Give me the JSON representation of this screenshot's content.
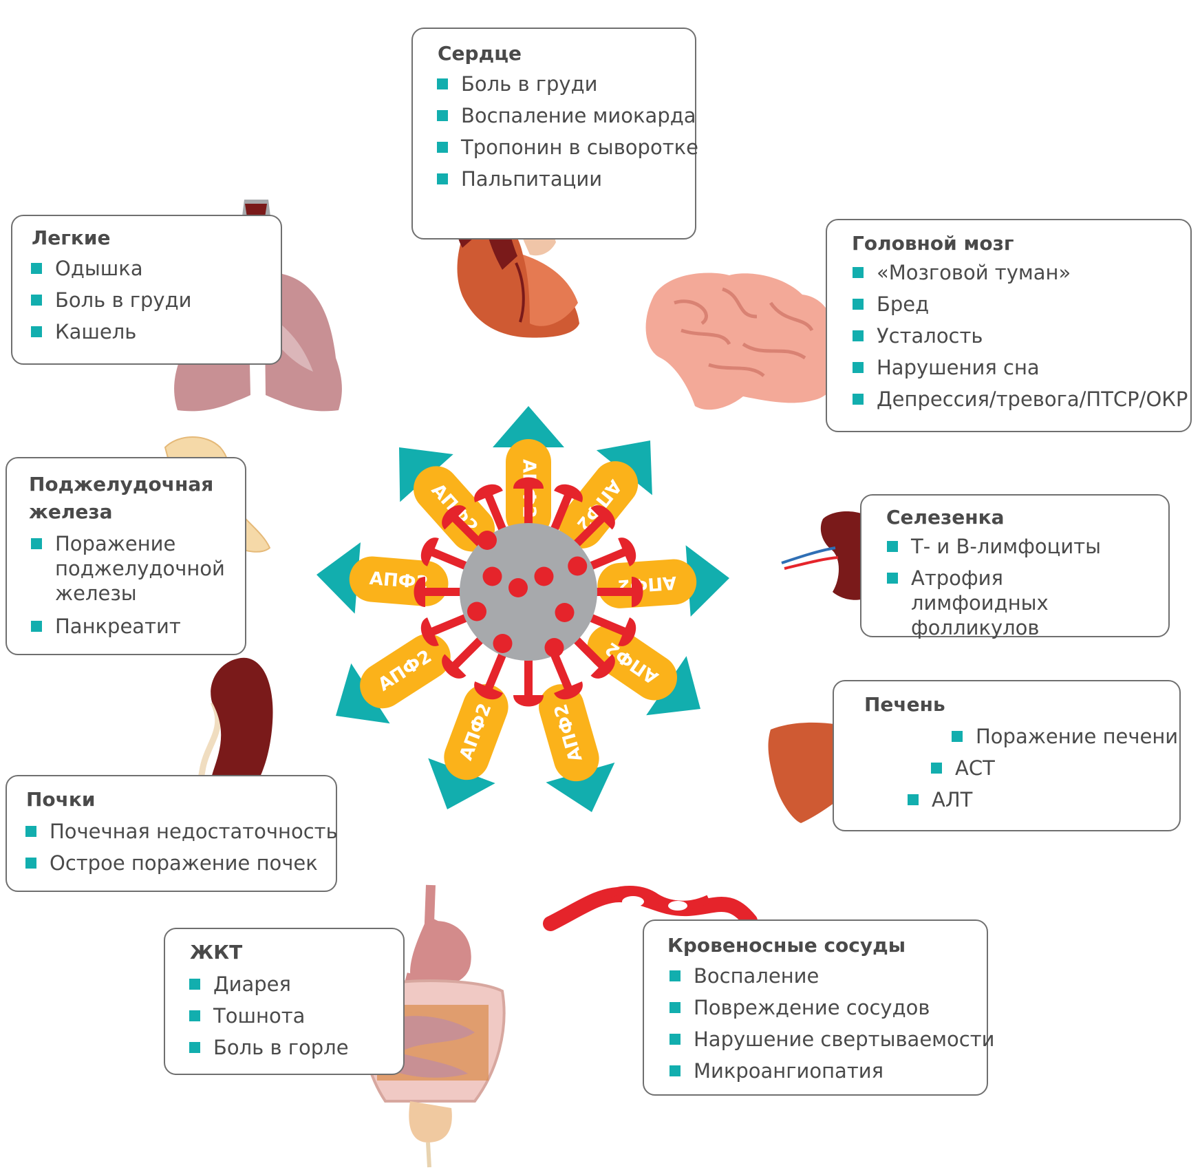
{
  "center_label": "АПФ2",
  "colors": {
    "arrow": "#12aeae",
    "pill": "#fbb21a",
    "virus": "#a7a9ac",
    "spike": "#e5242b",
    "bullet": "#12aeae"
  },
  "organs": {
    "heart": {
      "title": "Сердце",
      "items": [
        "Боль в груди",
        "Воспаление миокарда",
        "Тропонин в сыворотке",
        "Пальпитации"
      ]
    },
    "lungs": {
      "title": "Легкие",
      "items": [
        "Одышка",
        "Боль в груди",
        "Кашель"
      ]
    },
    "brain": {
      "title": "Головной мозг",
      "items": [
        "«Мозговой туман»",
        "Бред",
        "Усталость",
        "Нарушения сна",
        "Депрессия/тревога/ПТСР/ОКР"
      ]
    },
    "pancreas": {
      "title": "Поджелудочная железа",
      "items": [
        "Поражение поджелудочной железы",
        "Панкреатит"
      ]
    },
    "spleen": {
      "title": "Селезенка",
      "items": [
        "Т- и В-лимфоциты",
        "Атрофия лимфоидных фолликулов"
      ]
    },
    "liver": {
      "title": "Печень",
      "items": [
        "Поражение печени",
        "АСТ",
        "АЛТ"
      ]
    },
    "kidneys": {
      "title": "Почки",
      "items": [
        "Почечная недостаточность",
        "Острое поражение почек"
      ]
    },
    "gi": {
      "title": "ЖКТ",
      "items": [
        "Диарея",
        "Тошнота",
        "Боль в горле"
      ]
    },
    "vessels": {
      "title": "Кровеносные сосуды",
      "items": [
        "Воспаление",
        "Повреждение сосудов",
        "Нарушение свертываемости",
        "Микроангиопатия"
      ]
    }
  }
}
